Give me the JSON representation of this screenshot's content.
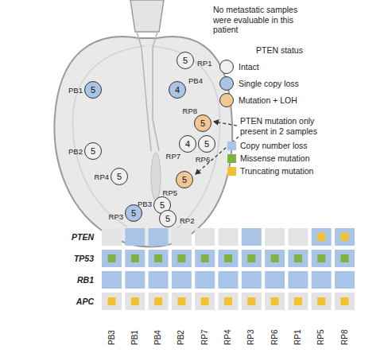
{
  "diagram": {
    "nodes": [
      {
        "text": [
          "5",
          "RP1"
        ]
      },
      {
        "text": [
          "5",
          "PB1"
        ]
      },
      {
        "text": [
          "4",
          "PB4"
        ]
      },
      {
        "text": [
          "5",
          "RP8"
        ]
      },
      {
        "text": [
          "5",
          "PB2"
        ]
      },
      {
        "text": [
          "4",
          "RP7"
        ]
      },
      {
        "text": [
          "5",
          "RP6"
        ]
      },
      {
        "text": [
          "5",
          "RP4"
        ]
      },
      {
        "text": [
          "5",
          "RP5"
        ]
      },
      {
        "text": [
          "5",
          "PB3"
        ]
      },
      {
        "text": [
          "5",
          "RP2"
        ]
      },
      {
        "text": [
          "5",
          "RP3"
        ]
      }
    ],
    "labels": [
      "No metastatic samples were evaluable in this patient",
      "PTEN status",
      "PTEN mutation only present in 2 samples",
      "PTEN",
      "TP53",
      "RB1",
      "APC",
      "PB3",
      "PB1",
      "PB4",
      "PB2",
      "RP7",
      "RP4",
      "RP3",
      "RP6",
      "RP1",
      "RP5",
      "RP8"
    ],
    "legend": [
      {
        "text": "Intact",
        "color": "#f0f0f0"
      },
      {
        "text": "Single copy loss",
        "color": "#a9c4e4"
      },
      {
        "text": "Mutation + LOH",
        "color": "#f2c796"
      },
      {
        "text": "Copy number loss",
        "color": "#a9c4e6"
      },
      {
        "text": "Missense mutation",
        "color": "#7cb342"
      },
      {
        "text": "Truncating mutation",
        "color": "#f2c12e"
      }
    ]
  }
}
